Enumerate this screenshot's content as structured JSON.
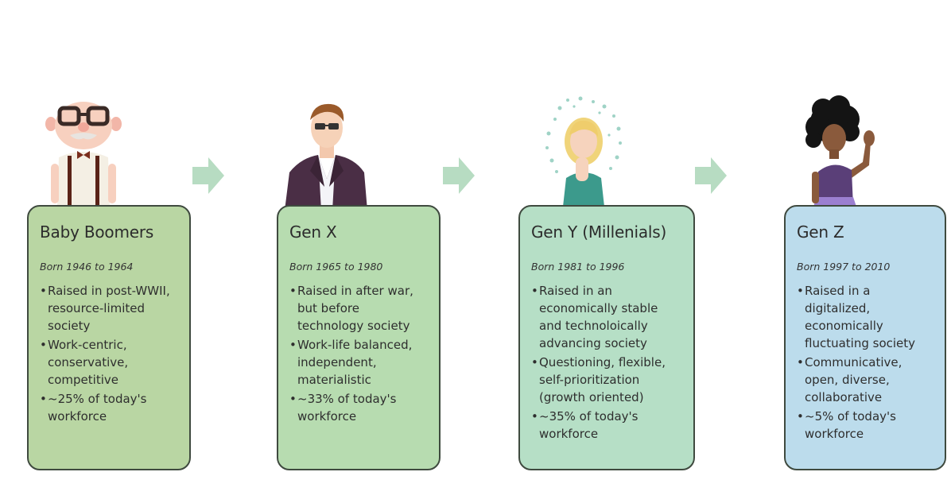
{
  "generations": [
    {
      "title": "Baby Boomers",
      "born": "Born 1946 to 1964",
      "points": [
        "Raised in post-WWII, resource-limited society",
        "Work-centric, conservative, competitive",
        "~25% of today's workforce"
      ],
      "color": "#b9d6a3"
    },
    {
      "title": "Gen X",
      "born": "Born 1965 to 1980",
      "points": [
        "Raised in after war, but before technology society",
        "Work-life balanced, independent, materialistic",
        "~33% of today's workforce"
      ],
      "color": "#b7dcb0"
    },
    {
      "title": "Gen Y (Millenials)",
      "born": "Born 1981 to 1996",
      "points": [
        "Raised in an economically stable and technoloically advancing society",
        "Questioning, flexible, self-prioritization (growth oriented)",
        "~35% of today's workforce"
      ],
      "color": "#b6dfc6"
    },
    {
      "title": "Gen Z",
      "born": "Born 1997 to 2010",
      "points": [
        "Raised in a digitalized, economically fluctuating society",
        "Communicative, open, diverse, collaborative",
        "~5% of today's workforce"
      ],
      "color": "#bcdcec"
    }
  ],
  "arrow_color": "#b7dcc2",
  "icons": [
    "elderly-man-icon",
    "businessman-icon",
    "thinking-woman-icon",
    "waving-girl-icon",
    "arrow-right-icon"
  ]
}
